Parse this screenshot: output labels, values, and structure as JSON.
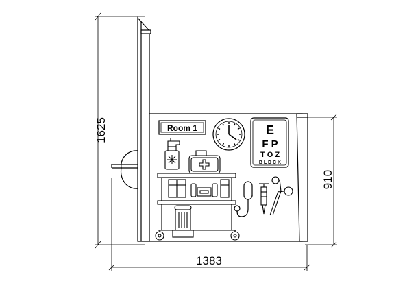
{
  "dimensions": {
    "overall_height": "1625",
    "panel_height": "910",
    "overall_width": "1383"
  },
  "room_sign": "Room 1",
  "eye_chart": {
    "row1": "E",
    "row2": "F P",
    "row3": "T O Z",
    "row4": "B L D C K"
  },
  "colors": {
    "line": "#000000",
    "fill": "#ffffff",
    "dim_line": "#000000"
  }
}
